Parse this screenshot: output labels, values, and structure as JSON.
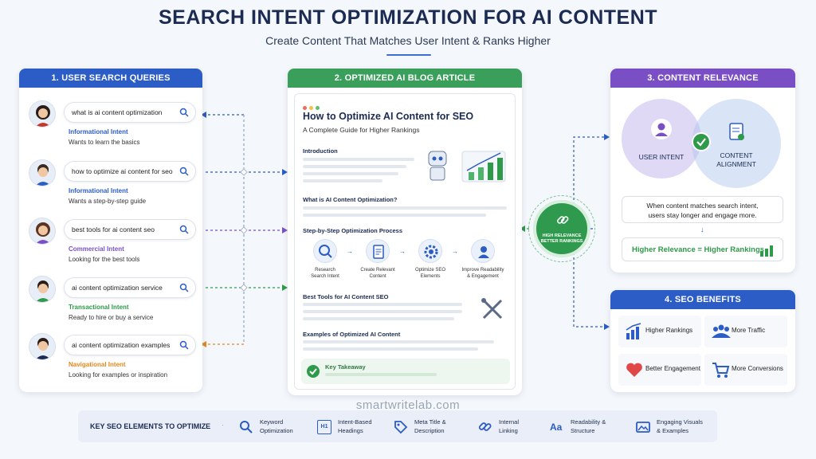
{
  "header": {
    "title": "SEARCH INTENT OPTIMIZATION FOR AI CONTENT",
    "subtitle": "Create Content That Matches User Intent & Ranks Higher"
  },
  "panel1": {
    "title": "1. USER SEARCH QUERIES",
    "queries": [
      {
        "text": "what is ai content optimization",
        "intent": "Informational Intent",
        "desc": "Wants to learn the basics",
        "color": "#2c5cc5"
      },
      {
        "text": "how to optimize ai content for seo",
        "intent": "Informational Intent",
        "desc": "Wants a step-by-step guide",
        "color": "#2c5cc5"
      },
      {
        "text": "best tools for ai content seo",
        "intent": "Commercial Intent",
        "desc": "Looking for the best tools",
        "color": "#7a4fc6"
      },
      {
        "text": "ai content optimization service",
        "intent": "Transactional Intent",
        "desc": "Ready to hire or buy a service",
        "color": "#2e9a4a"
      },
      {
        "text": "ai content optimization examples",
        "intent": "Navigational Intent",
        "desc": "Looking for examples or inspiration",
        "color": "#e08a1e"
      }
    ]
  },
  "panel2": {
    "title": "2. OPTIMIZED AI BLOG ARTICLE",
    "article_title": "How to Optimize AI Content for SEO",
    "article_subtitle": "A Complete Guide for Higher Rankings",
    "sections": {
      "intro": "Introduction",
      "what": "What is AI Content Optimization?",
      "process": "Step-by-Step Optimization Process",
      "tools": "Best Tools for AI Content SEO",
      "examples": "Examples of Optimized AI Content"
    },
    "steps": [
      {
        "line1": "Research",
        "line2": "Search Intent"
      },
      {
        "line1": "Create Relevant",
        "line2": "Content"
      },
      {
        "line1": "Optimize SEO",
        "line2": "Elements"
      },
      {
        "line1": "Improve Readability",
        "line2": "& Engagement"
      }
    ],
    "key_takeaway": "Key Takeaway"
  },
  "hub": {
    "line1": "HIGH RELEVANCE",
    "line2": "BETTER RANKINGS"
  },
  "panel3": {
    "title": "3. CONTENT RELEVANCE",
    "user_intent": "USER INTENT",
    "content_alignment_1": "CONTENT",
    "content_alignment_2": "ALIGNMENT",
    "match_line1": "When content matches search intent,",
    "match_line2": "users stay longer and engage more.",
    "ranking_text": "Higher Relevance = Higher Rankings"
  },
  "panel4": {
    "title": "4. SEO BENEFITS",
    "benefits": [
      {
        "label": "Higher Rankings",
        "icon": "bar-chart-icon"
      },
      {
        "label": "More Traffic",
        "icon": "people-icon"
      },
      {
        "label": "Better Engagement",
        "icon": "heart-icon"
      },
      {
        "label": "More Conversions",
        "icon": "cart-icon"
      }
    ]
  },
  "strip": {
    "label": "KEY SEO ELEMENTS TO OPTIMIZE",
    "items": [
      {
        "line1": "Keyword",
        "line2": "Optimization",
        "icon": "search-icon"
      },
      {
        "line1": "Intent-Based",
        "line2": "Headings",
        "icon": "heading-icon"
      },
      {
        "line1": "Meta Title &",
        "line2": "Description",
        "icon": "tag-icon"
      },
      {
        "line1": "Internal",
        "line2": "Linking",
        "icon": "link-icon"
      },
      {
        "line1": "Readability &",
        "line2": "Structure",
        "icon": "text-icon"
      },
      {
        "line1": "Engaging Visuals",
        "line2": "& Examples",
        "icon": "image-icon"
      }
    ],
    "badge_h1": "H1",
    "badge_aa": "Aa"
  },
  "watermark": "smartwritelab.com",
  "colors": {
    "blue": "#2c5cc5",
    "green": "#3b9f5c",
    "purple": "#7a4fc6",
    "orange": "#e08a1e"
  }
}
